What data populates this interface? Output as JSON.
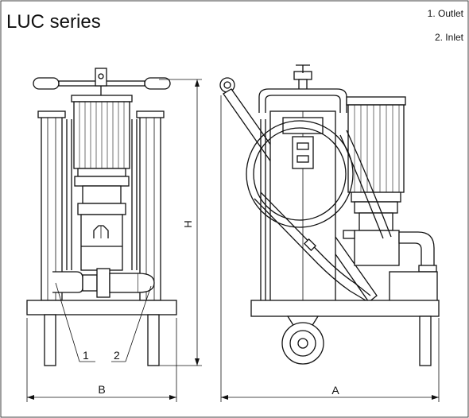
{
  "title": "LUC   series",
  "legend": {
    "outlet": "1.  Outlet",
    "inlet": "2. Inlet"
  },
  "dimensions": {
    "height": "H",
    "width_b": "B",
    "width_a": "A"
  },
  "callouts": {
    "outlet_num": "1",
    "inlet_num": "2"
  }
}
